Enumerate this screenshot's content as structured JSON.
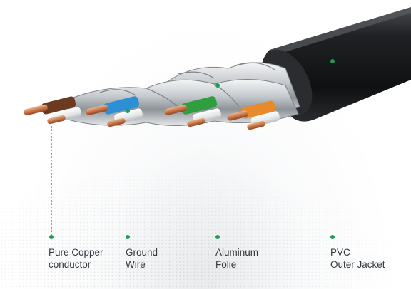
{
  "labels": [
    {
      "line1": "Pure Copper",
      "line2": "conductor"
    },
    {
      "line1": "Ground",
      "line2": "Wire"
    },
    {
      "line1": "Aluminum",
      "line2": "Folie"
    },
    {
      "line1": "PVC",
      "line2": "Outer Jacket"
    }
  ],
  "colors": {
    "accent": "#1f9d55",
    "jacket": "#1b1c1e",
    "copper": "#c9764a",
    "pair_brown": "#6b3a1f",
    "pair_blue": "#2f8fd6",
    "pair_green": "#2e9e3e",
    "pair_orange": "#e8892b"
  }
}
